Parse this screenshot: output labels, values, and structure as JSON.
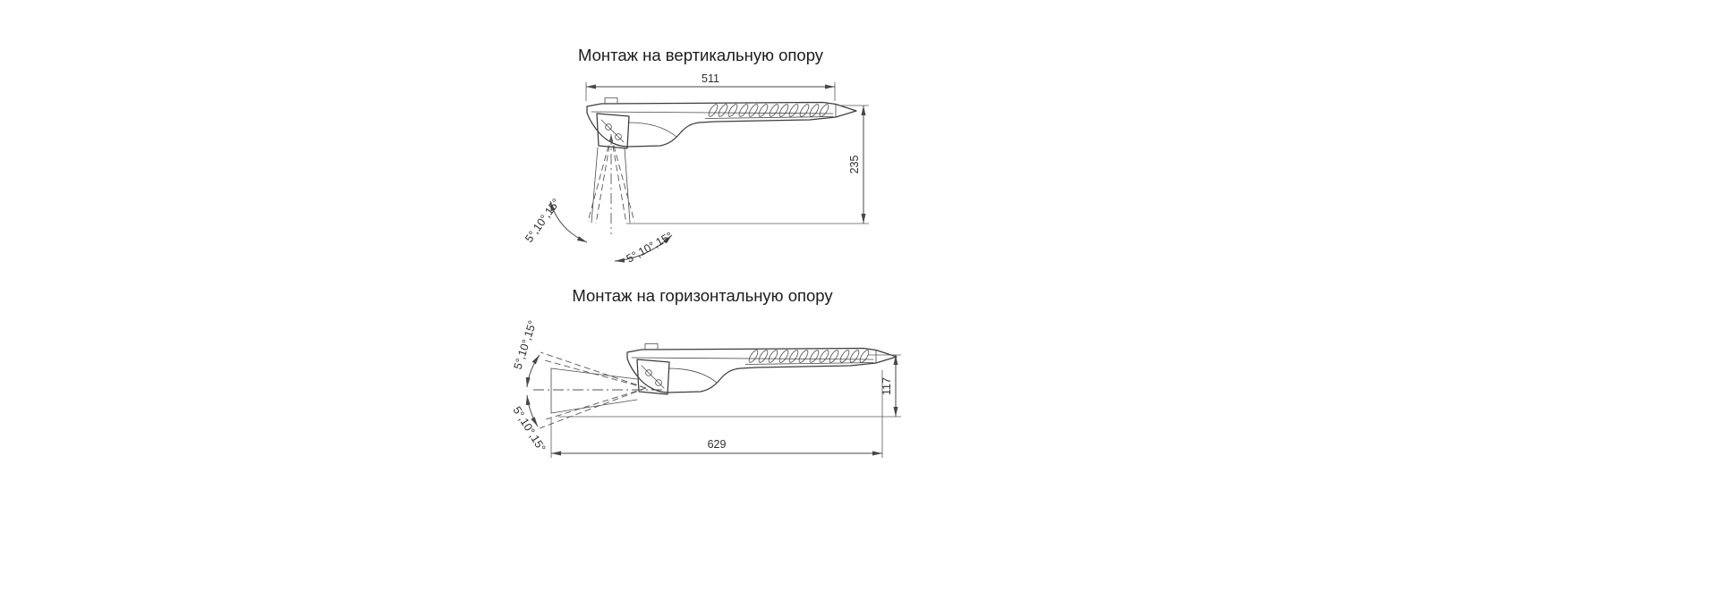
{
  "diagram_top": {
    "title": "Монтаж на вертикальную опору",
    "dim_length": "511",
    "dim_height": "235",
    "angle_left": "5°,10°,15°",
    "angle_right": "5°,10°,15°"
  },
  "diagram_bottom": {
    "title": "Монтаж на горизонтальную опору",
    "dim_length": "629",
    "dim_height": "117",
    "angle_top": "5°,10°,15°",
    "angle_bottom": "5°,10°,15°"
  }
}
